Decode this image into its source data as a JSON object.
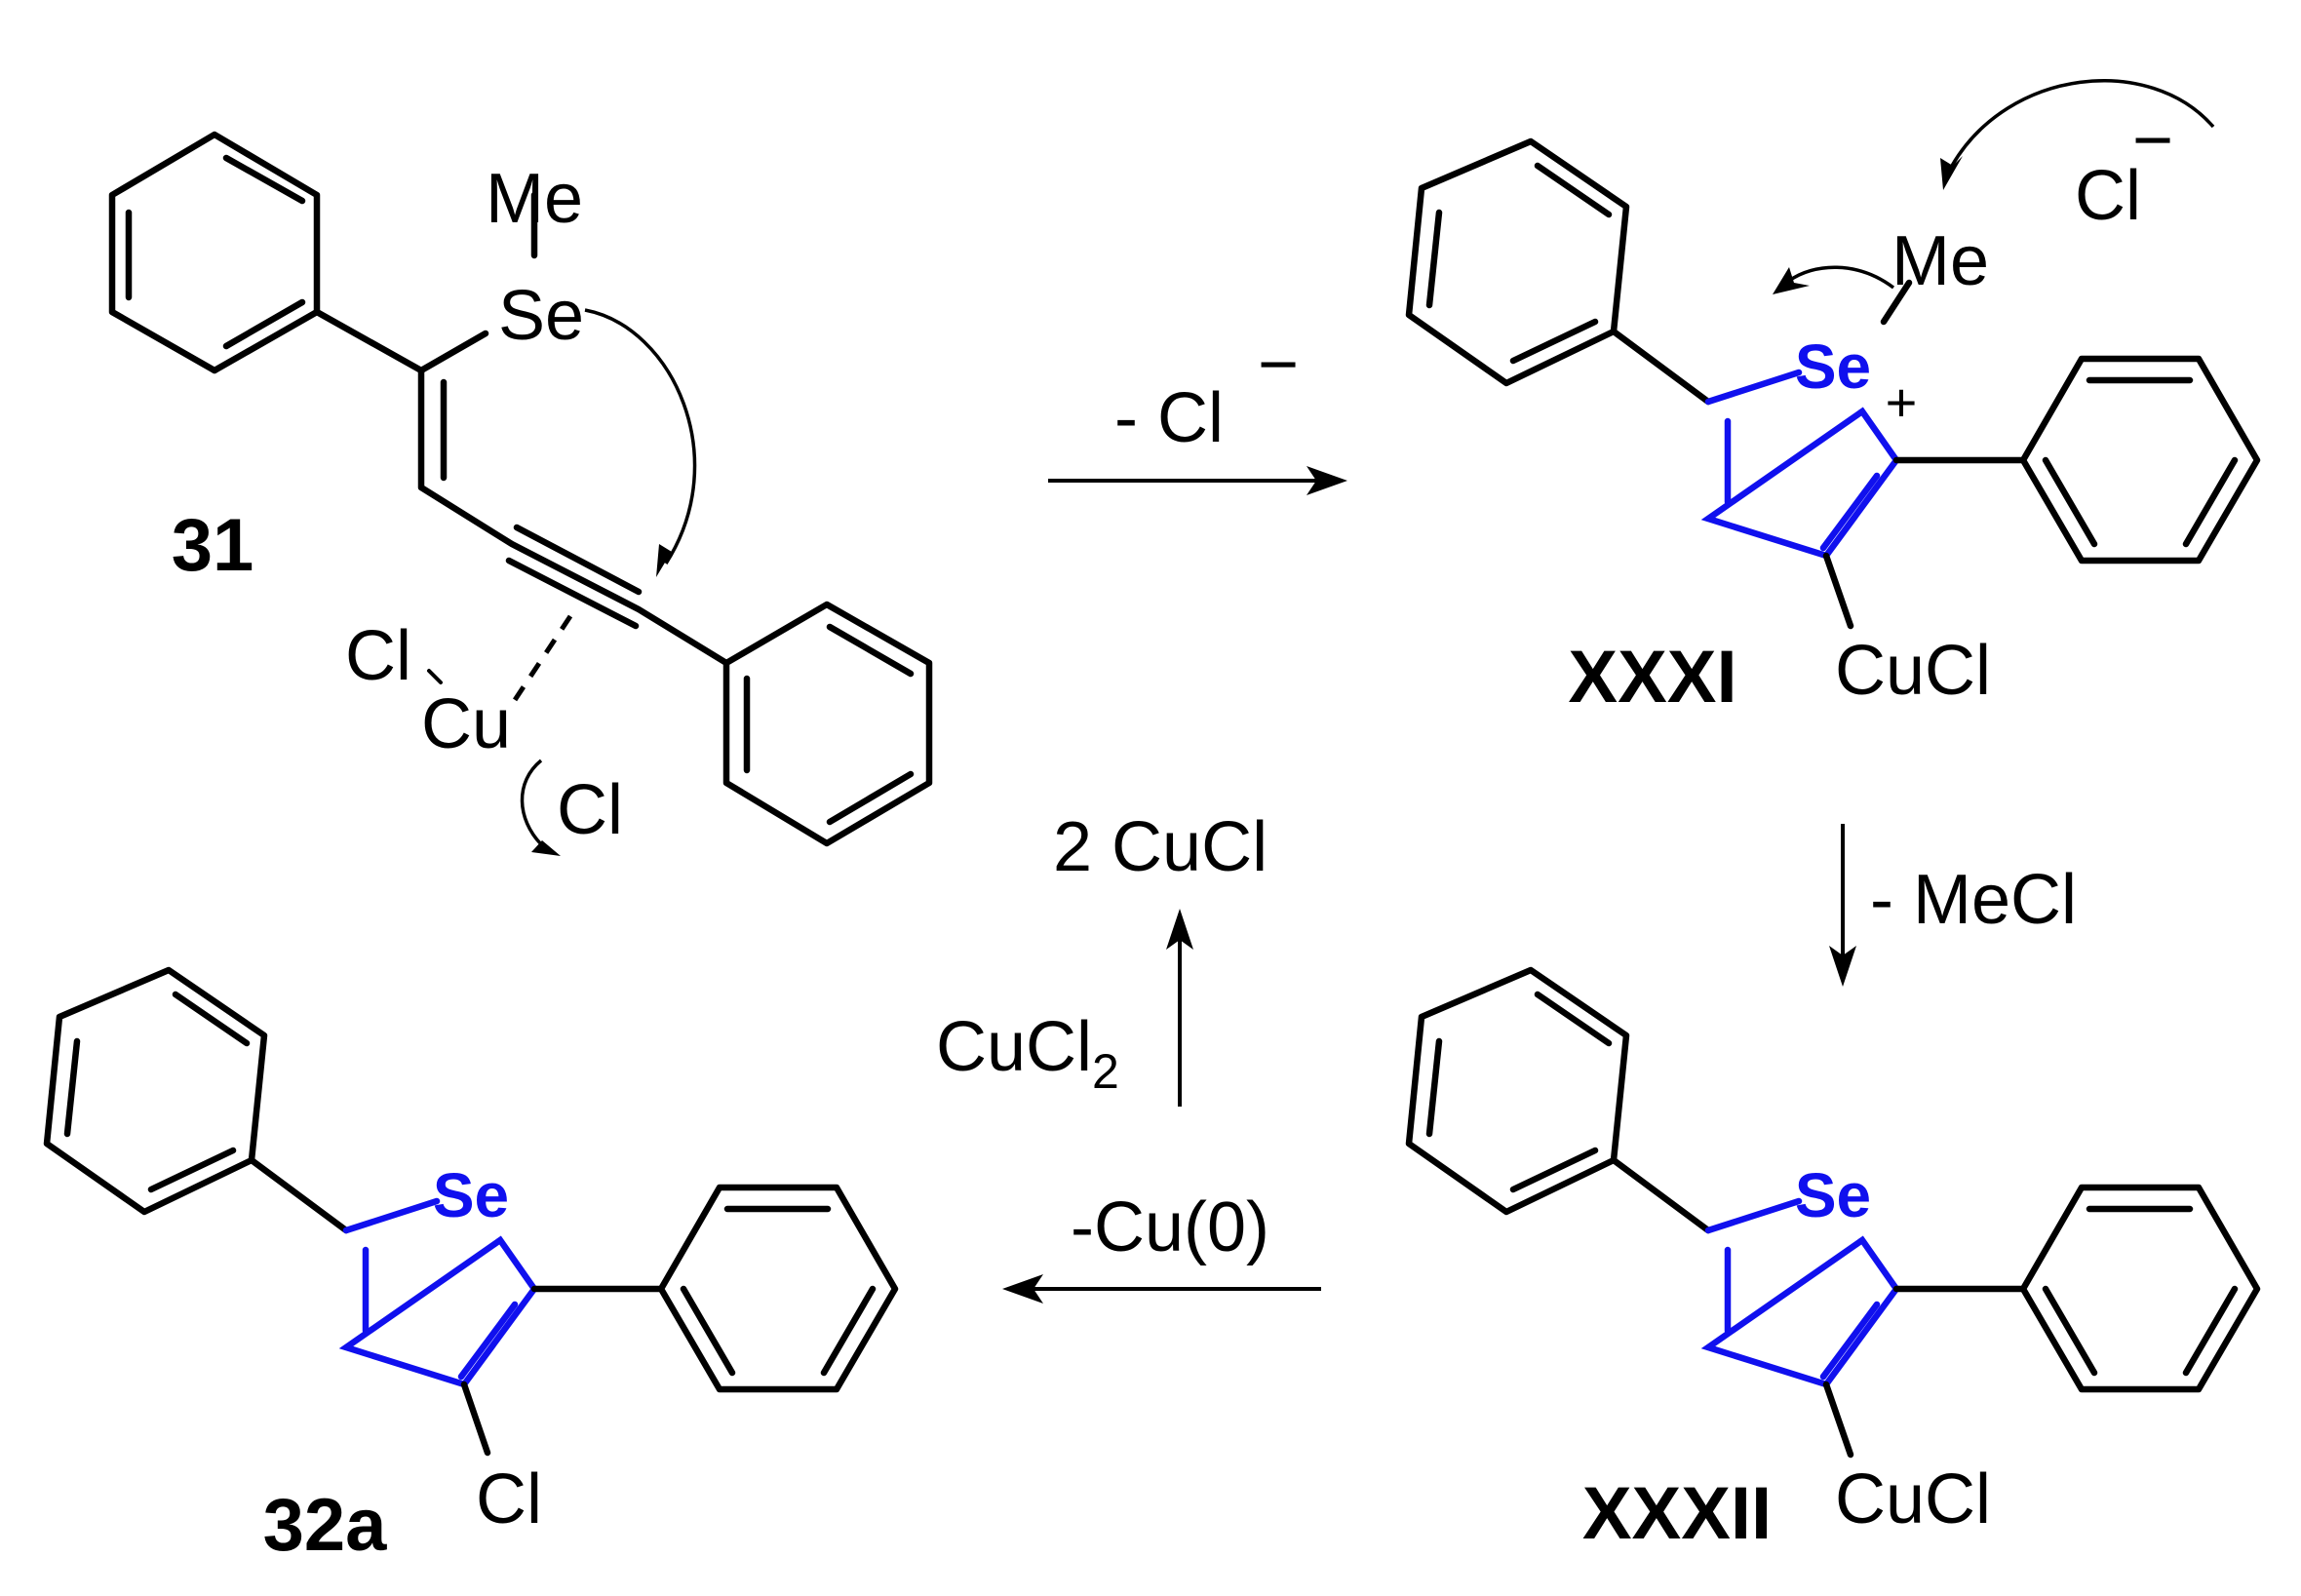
{
  "colors": {
    "bond": "#000000",
    "selenophene_ring": "#1010ee"
  },
  "compounds": {
    "c31": {
      "label": "31",
      "Me": "Me",
      "Se": "Se",
      "Cl1": "Cl",
      "Cu": "Cu",
      "Cl2": "Cl"
    },
    "cXXXI": {
      "label": "XXXI",
      "Se": "Se",
      "Me": "Me",
      "plus": "+",
      "CuCl": "CuCl",
      "Cl_ion": "Cl",
      "minus": "−"
    },
    "cXXXII": {
      "label": "XXXII",
      "Se": "Se",
      "CuCl": "CuCl"
    },
    "c32a": {
      "label": "32a",
      "Se": "Se",
      "Cl": "Cl"
    }
  },
  "arrows": {
    "step1": {
      "text": "- Cl",
      "minus": "−"
    },
    "step2": {
      "text": "- MeCl"
    },
    "step3": {
      "text": "-Cu(0)"
    },
    "regen": {
      "reagent": "CuCl",
      "reagent_sub": "2",
      "product": "2 CuCl"
    }
  }
}
